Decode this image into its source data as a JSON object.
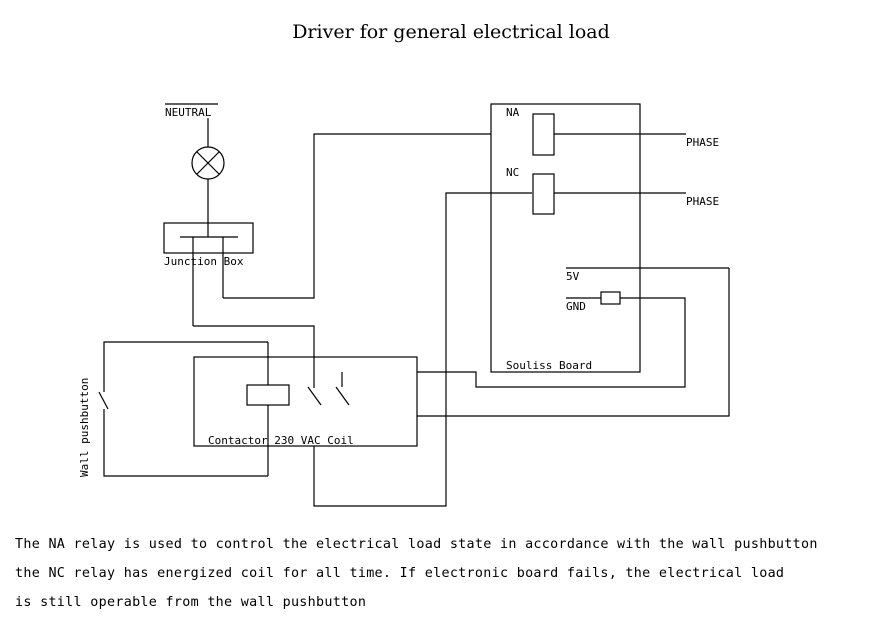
{
  "title": "Driver for general electrical load",
  "labels": {
    "neutral": "NEUTRAL",
    "junction_box": "Junction Box",
    "na": "NA",
    "nc": "NC",
    "phase_na": "PHASE",
    "phase_nc": "PHASE",
    "v5": "5V",
    "gnd": "GND",
    "souliss_board": "Souliss Board",
    "wall_pushbutton": "Wall pushbutton",
    "contactor": "Contactor 230 VAC Coil"
  },
  "notes": [
    "The NA relay is used to control the electrical load state in accordance with the wall pushbutton",
    "the NC relay has energized coil for all time. If electronic board fails, the electrical load",
    "is still operable from the wall pushbutton"
  ]
}
